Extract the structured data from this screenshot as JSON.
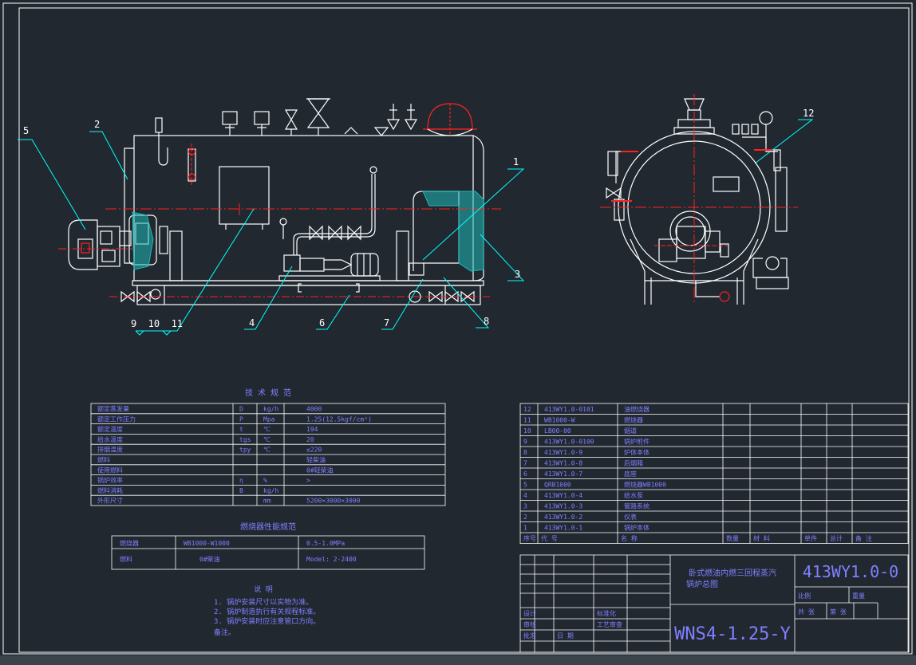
{
  "drawing": {
    "model": "WNS4-1.25-Y",
    "drawing_no": "413WY1.0-0",
    "title_line1": "卧式燃油内燃三回程蒸汽",
    "title_line2": "锅炉总图",
    "front_balloons": [
      "1",
      "2",
      "3",
      "4",
      "5",
      "6",
      "7",
      "8"
    ],
    "bottom_balloons": "9  10  11",
    "side_balloon": "12"
  },
  "colors": {
    "background": "#212830",
    "line": "#ffffff",
    "red": "#ff2020",
    "cyan": "#00ffff",
    "table_text": "#8080ff",
    "refractory": "#1fb8b8"
  },
  "spec_table": {
    "title": "技 术 规 范",
    "rows": [
      [
        "额定蒸发量",
        "D",
        "kg/h",
        "4000"
      ],
      [
        "额定工作压力",
        "P",
        "Mpa",
        "1.25(12.5kgf/cm²)"
      ],
      [
        "额定温度",
        "t",
        "℃",
        "194"
      ],
      [
        "给水温度",
        "tgs",
        "℃",
        "20"
      ],
      [
        "排烟温度",
        "tpy",
        "℃",
        "≤220"
      ],
      [
        "燃料",
        "",
        "",
        "轻柴油"
      ],
      [
        "使用燃料",
        "",
        "",
        "0#轻柴油"
      ],
      [
        "锅炉效率",
        "η",
        "%",
        ">"
      ],
      [
        "燃料消耗",
        "B",
        "kg/h",
        ""
      ],
      [
        "外形尺寸",
        "",
        "mm",
        "5200×3000×3000"
      ]
    ]
  },
  "burner_table": {
    "title": "燃烧器性能规范",
    "rows": [
      [
        "燃烧器",
        "WB1000-W1000",
        "0.5-1.0MPa"
      ],
      [
        "燃料",
        "0#柴油",
        "Model: 2-2400"
      ]
    ]
  },
  "notes": {
    "title": "说 明",
    "lines": [
      "1. 锅炉安装尺寸以实物为准。",
      "2. 锅炉制造执行有关规程标准。",
      "3. 锅炉安装时应注意管口方向。",
      "备注。"
    ]
  },
  "parts_list": {
    "rows": [
      [
        "12",
        "413WY1.0-0101",
        "油燃烧器"
      ],
      [
        "11",
        "WB1000-W",
        "燃烧器"
      ],
      [
        "10",
        "LB00-00",
        "烟道"
      ],
      [
        "9",
        "413WY1.0-0100",
        "锅炉附件"
      ],
      [
        "8",
        "413WY1.0-9",
        "炉体本体"
      ],
      [
        "7",
        "413WY1.0-8",
        "后烟箱"
      ],
      [
        "6",
        "413WY1.0-7",
        "底座"
      ],
      [
        "5",
        "QRB1000",
        "燃烧器WB1000"
      ],
      [
        "4",
        "413WY1.0-4",
        "给水泵"
      ],
      [
        "3",
        "413WY1.0-3",
        "管路系统"
      ],
      [
        "2",
        "413WY1.0-2",
        "仪表"
      ],
      [
        "1",
        "413WY1.0-1",
        "锅炉本体"
      ]
    ],
    "header": [
      "序号",
      "代 号",
      "名 称",
      "数量",
      "材 料",
      "单件",
      "总计",
      "备 注"
    ]
  },
  "title_block": {
    "left_labels": [
      "设计",
      "审核",
      "批准"
    ],
    "mid_labels": [
      "标准化",
      "工艺审查",
      "日 期"
    ],
    "right_labels": [
      "比例",
      "重量",
      "共 张",
      "第 张"
    ]
  }
}
